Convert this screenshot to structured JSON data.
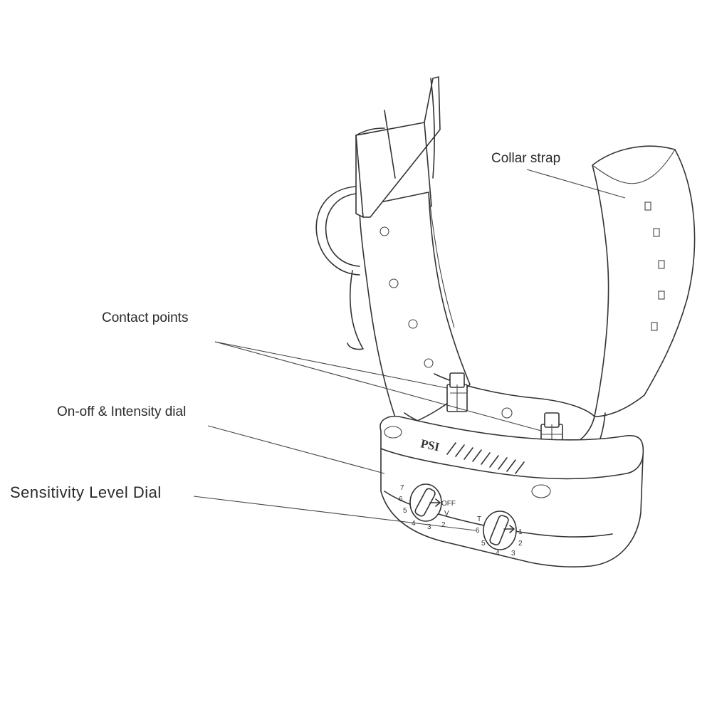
{
  "labels": {
    "collar_strap": "Collar strap",
    "contact_points": "Contact points",
    "onoff_dial": "On-off & Intensity dial",
    "sensitivity_dial": "Sensitivity Level Dial"
  },
  "device": {
    "logo_text": "PSI"
  },
  "intensity_dial_marks": [
    "7",
    "6",
    "5",
    "4",
    "3",
    "2",
    "V",
    "OFF"
  ],
  "sensitivity_dial_marks": [
    "T",
    "6",
    "5",
    "4",
    "3",
    "2",
    "1"
  ],
  "colors": {
    "line": "#333333",
    "background": "#ffffff"
  }
}
